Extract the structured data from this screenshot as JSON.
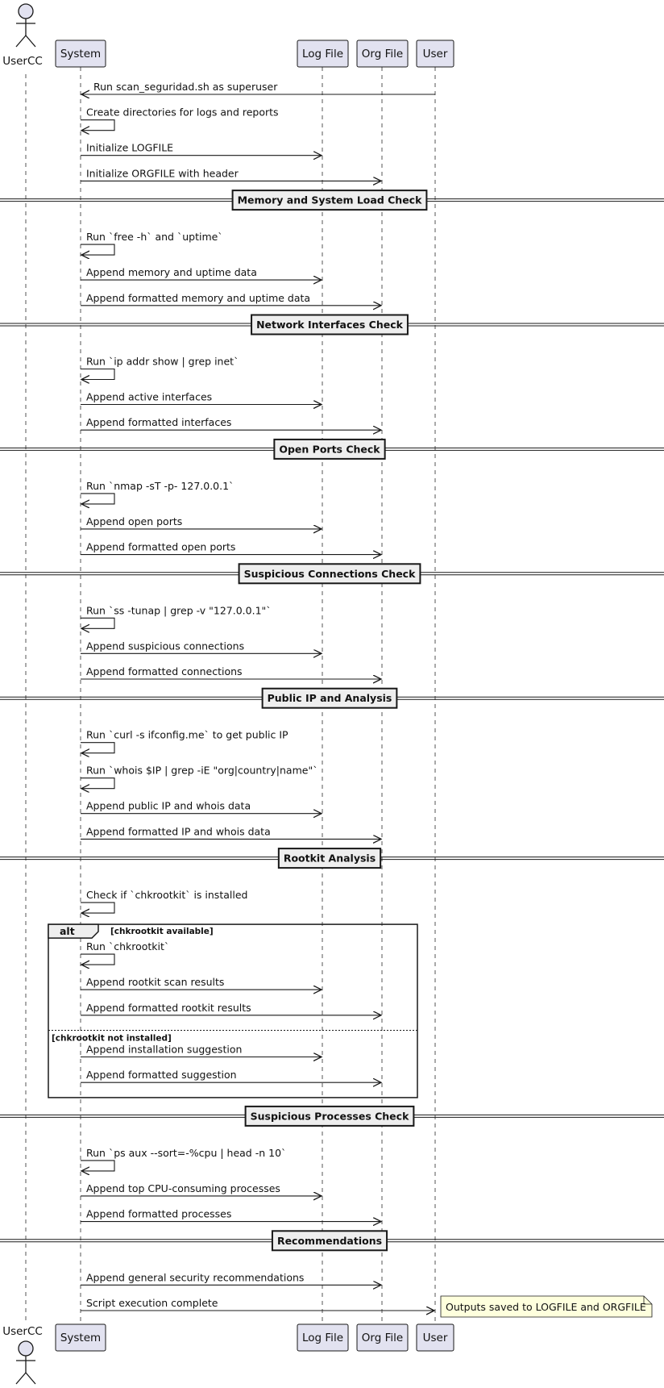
{
  "colors": {
    "participant_fill": "#E2E2F0",
    "participant_stroke": "#181818",
    "divider_fill": "#EEEEEE",
    "note_fill": "#FEFFDD",
    "line": "#181818",
    "lifeline": "#555555"
  },
  "participants": [
    {
      "id": "userCC",
      "label": "UserCC",
      "kind": "actor"
    },
    {
      "id": "system",
      "label": "System",
      "kind": "box"
    },
    {
      "id": "logFile",
      "label": "Log File",
      "kind": "box"
    },
    {
      "id": "orgFile",
      "label": "Org File",
      "kind": "box"
    },
    {
      "id": "user",
      "label": "User",
      "kind": "box"
    }
  ],
  "events": [
    {
      "type": "msg",
      "from": "user",
      "to": "system",
      "text": "Run scan_seguridad.sh as superuser"
    },
    {
      "type": "self",
      "on": "system",
      "text": "Create directories for logs and reports"
    },
    {
      "type": "msg",
      "from": "system",
      "to": "logFile",
      "text": "Initialize LOGFILE"
    },
    {
      "type": "msg",
      "from": "system",
      "to": "orgFile",
      "text": "Initialize ORGFILE with header"
    },
    {
      "type": "divider",
      "text": "Memory and System Load Check"
    },
    {
      "type": "self",
      "on": "system",
      "text": "Run `free -h` and `uptime`"
    },
    {
      "type": "msg",
      "from": "system",
      "to": "logFile",
      "text": "Append memory and uptime data"
    },
    {
      "type": "msg",
      "from": "system",
      "to": "orgFile",
      "text": "Append formatted memory and uptime data"
    },
    {
      "type": "divider",
      "text": "Network Interfaces Check"
    },
    {
      "type": "self",
      "on": "system",
      "text": "Run `ip addr show | grep inet`"
    },
    {
      "type": "msg",
      "from": "system",
      "to": "logFile",
      "text": "Append active interfaces"
    },
    {
      "type": "msg",
      "from": "system",
      "to": "orgFile",
      "text": "Append formatted interfaces"
    },
    {
      "type": "divider",
      "text": "Open Ports Check"
    },
    {
      "type": "self",
      "on": "system",
      "text": "Run `nmap -sT -p- 127.0.0.1`"
    },
    {
      "type": "msg",
      "from": "system",
      "to": "logFile",
      "text": "Append open ports"
    },
    {
      "type": "msg",
      "from": "system",
      "to": "orgFile",
      "text": "Append formatted open ports"
    },
    {
      "type": "divider",
      "text": "Suspicious Connections Check"
    },
    {
      "type": "self",
      "on": "system",
      "text": "Run `ss -tunap | grep -v \"127.0.0.1\"`"
    },
    {
      "type": "msg",
      "from": "system",
      "to": "logFile",
      "text": "Append suspicious connections"
    },
    {
      "type": "msg",
      "from": "system",
      "to": "orgFile",
      "text": "Append formatted connections"
    },
    {
      "type": "divider",
      "text": "Public IP and Analysis"
    },
    {
      "type": "self",
      "on": "system",
      "text": "Run `curl -s ifconfig.me` to get public IP"
    },
    {
      "type": "self",
      "on": "system",
      "text": "Run `whois $IP | grep -iE \"org|country|name\"`"
    },
    {
      "type": "msg",
      "from": "system",
      "to": "logFile",
      "text": "Append public IP and whois data"
    },
    {
      "type": "msg",
      "from": "system",
      "to": "orgFile",
      "text": "Append formatted IP and whois data"
    },
    {
      "type": "divider",
      "text": "Rootkit Analysis"
    },
    {
      "type": "self",
      "on": "system",
      "text": "Check if `chkrootkit` is installed"
    },
    {
      "type": "alt_start",
      "keyword": "alt",
      "guard": "[chkrootkit available]"
    },
    {
      "type": "self",
      "on": "system",
      "text": "Run `chkrootkit`"
    },
    {
      "type": "msg",
      "from": "system",
      "to": "logFile",
      "text": "Append rootkit scan results"
    },
    {
      "type": "msg",
      "from": "system",
      "to": "orgFile",
      "text": "Append formatted rootkit results"
    },
    {
      "type": "alt_else",
      "guard": "[chkrootkit not installed]"
    },
    {
      "type": "msg",
      "from": "system",
      "to": "logFile",
      "text": "Append installation suggestion"
    },
    {
      "type": "msg",
      "from": "system",
      "to": "orgFile",
      "text": "Append formatted suggestion"
    },
    {
      "type": "alt_end"
    },
    {
      "type": "divider",
      "text": "Suspicious Processes Check"
    },
    {
      "type": "self",
      "on": "system",
      "text": "Run `ps aux --sort=-%cpu | head -n 10`"
    },
    {
      "type": "msg",
      "from": "system",
      "to": "logFile",
      "text": "Append top CPU-consuming processes"
    },
    {
      "type": "msg",
      "from": "system",
      "to": "orgFile",
      "text": "Append formatted processes"
    },
    {
      "type": "divider",
      "text": "Recommendations"
    },
    {
      "type": "msg",
      "from": "system",
      "to": "orgFile",
      "text": "Append general security recommendations"
    },
    {
      "type": "msg",
      "from": "system",
      "to": "user",
      "text": "Script execution complete",
      "note": "Outputs saved to LOGFILE and ORGFILE"
    }
  ]
}
